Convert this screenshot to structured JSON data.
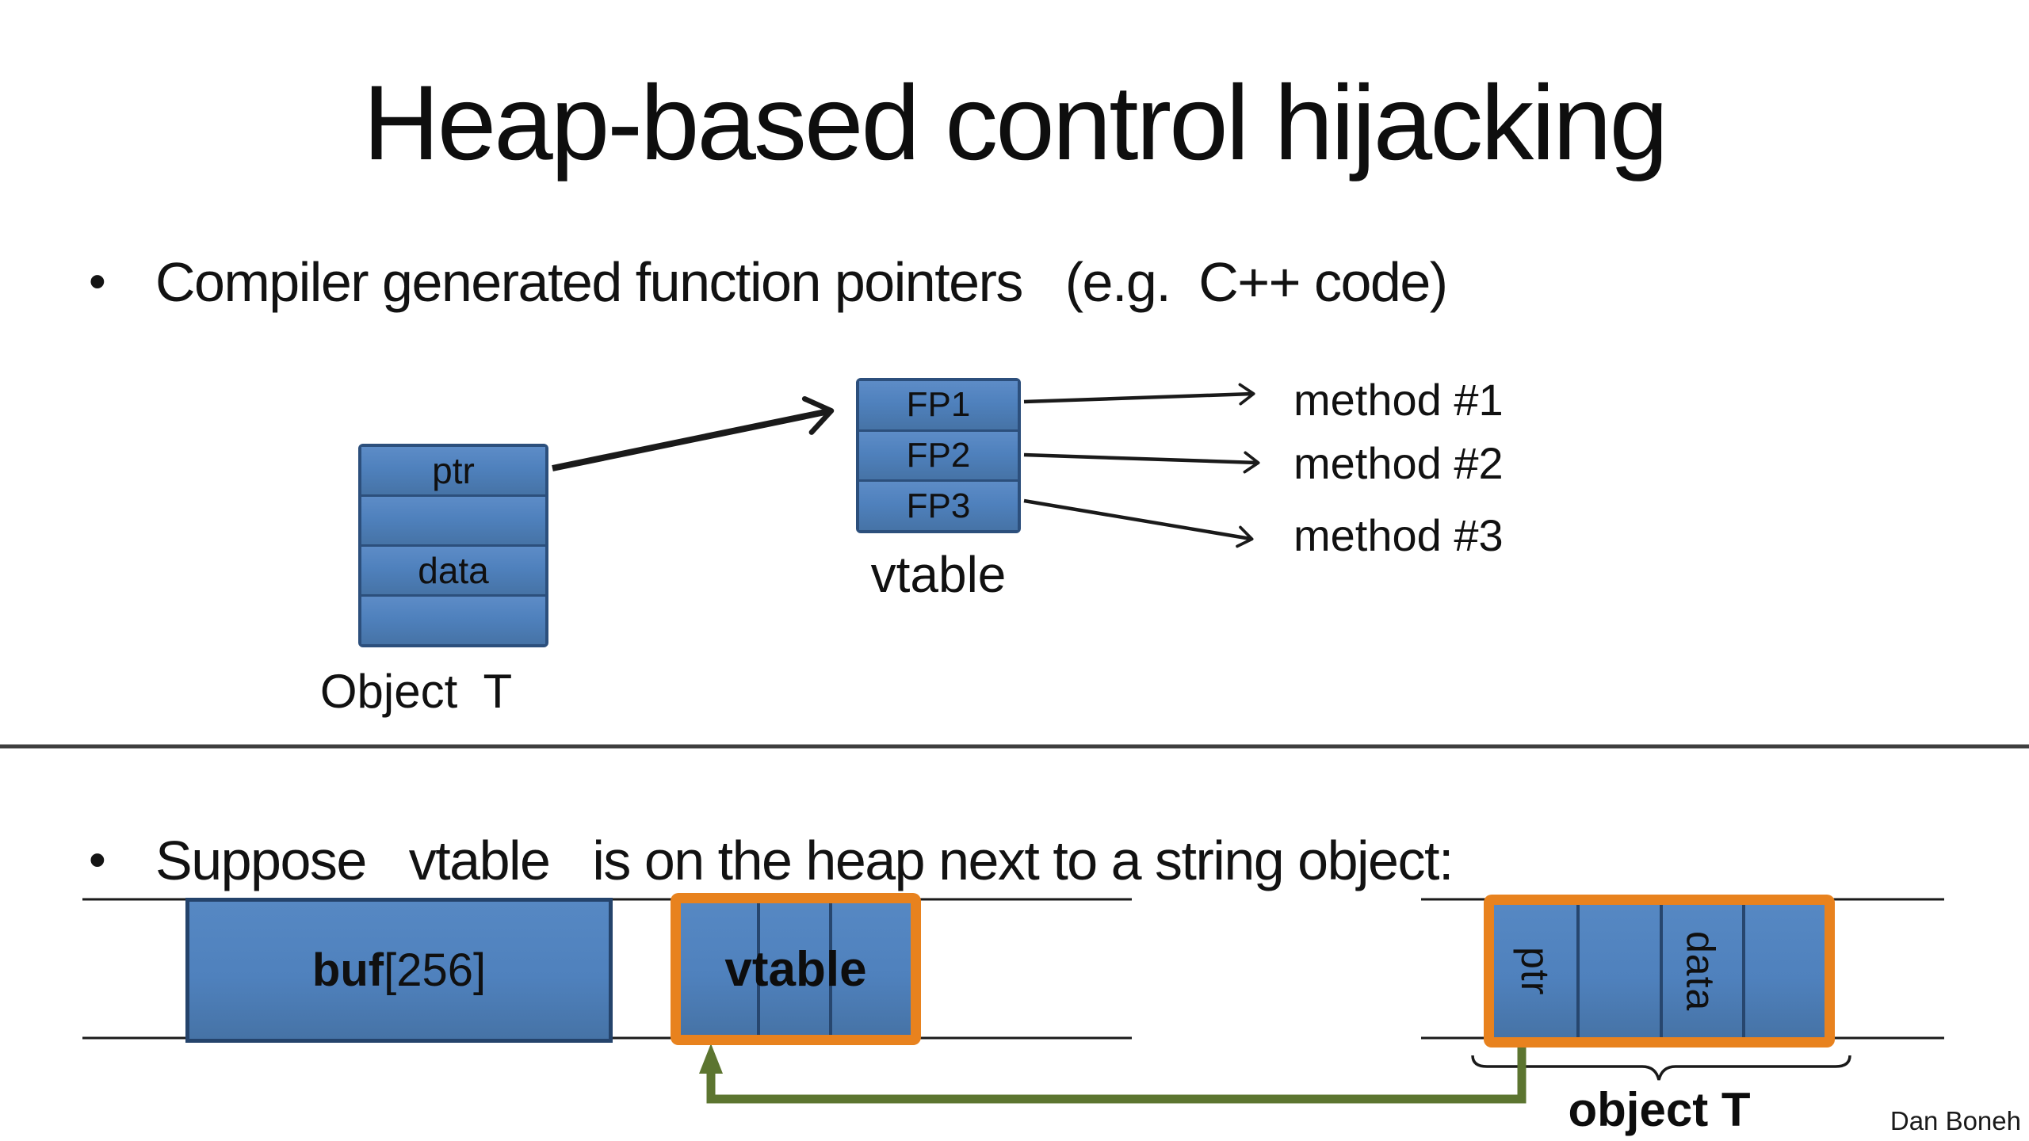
{
  "slide": {
    "title": "Heap-based control hijacking",
    "bullet_glyph": "•",
    "bullet1": "Compiler generated function pointers   (e.g.  C++ code)",
    "bullet2": "Suppose   vtable   is on the heap next to a string object:",
    "credit": "Dan Boneh"
  },
  "top_diagram": {
    "object_box": {
      "rows": [
        "ptr",
        "",
        "data",
        ""
      ]
    },
    "object_label": "Object  T",
    "vtable_box": {
      "rows": [
        "FP1",
        "FP2",
        "FP3"
      ]
    },
    "vtable_label": "vtable",
    "methods": [
      "method #1",
      "method #2",
      "method #3"
    ]
  },
  "bottom_diagram": {
    "buf_label_bold": "buf",
    "buf_label_rest": "[256]",
    "vtable_label": "vtable",
    "ptr_label": "ptr",
    "data_label": "data",
    "object_label": "object T"
  },
  "colors": {
    "box_blue": "#4F81BD",
    "box_border_navy": "#2C4F7C",
    "cell_divider_navy": "#27466E",
    "highlight_orange": "#E8821E",
    "arrow_green": "#5C7530",
    "line_black": "#1A1A1A",
    "section_divider_gray": "#3F3F3F"
  }
}
